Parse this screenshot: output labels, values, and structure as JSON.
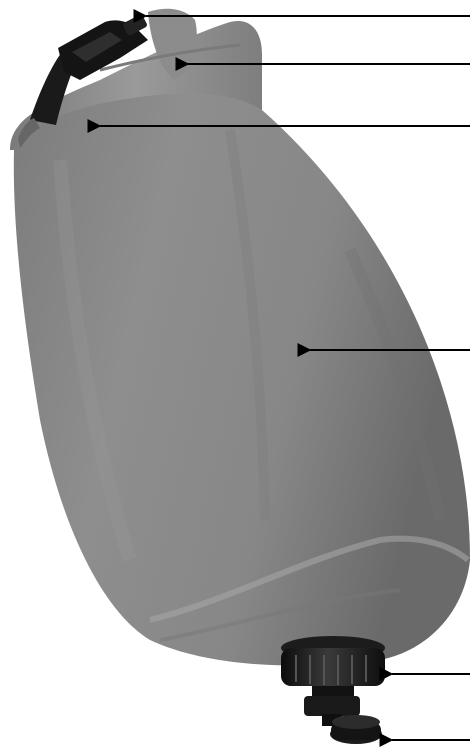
{
  "figure": {
    "subject": "dry-bag",
    "parts": [
      {
        "id": "buckle",
        "label": ""
      },
      {
        "id": "roll-top-closure",
        "label": ""
      },
      {
        "id": "strap",
        "label": ""
      },
      {
        "id": "bag-body",
        "label": ""
      },
      {
        "id": "cap",
        "label": ""
      },
      {
        "id": "valve-knob",
        "label": ""
      }
    ],
    "colors": {
      "bag": "#8a8a8a",
      "bag_dark": "#6e6e6e",
      "bag_light": "#a2a2a2",
      "hardware": "#161616",
      "arrow": "#000000",
      "background": "#ffffff"
    }
  }
}
